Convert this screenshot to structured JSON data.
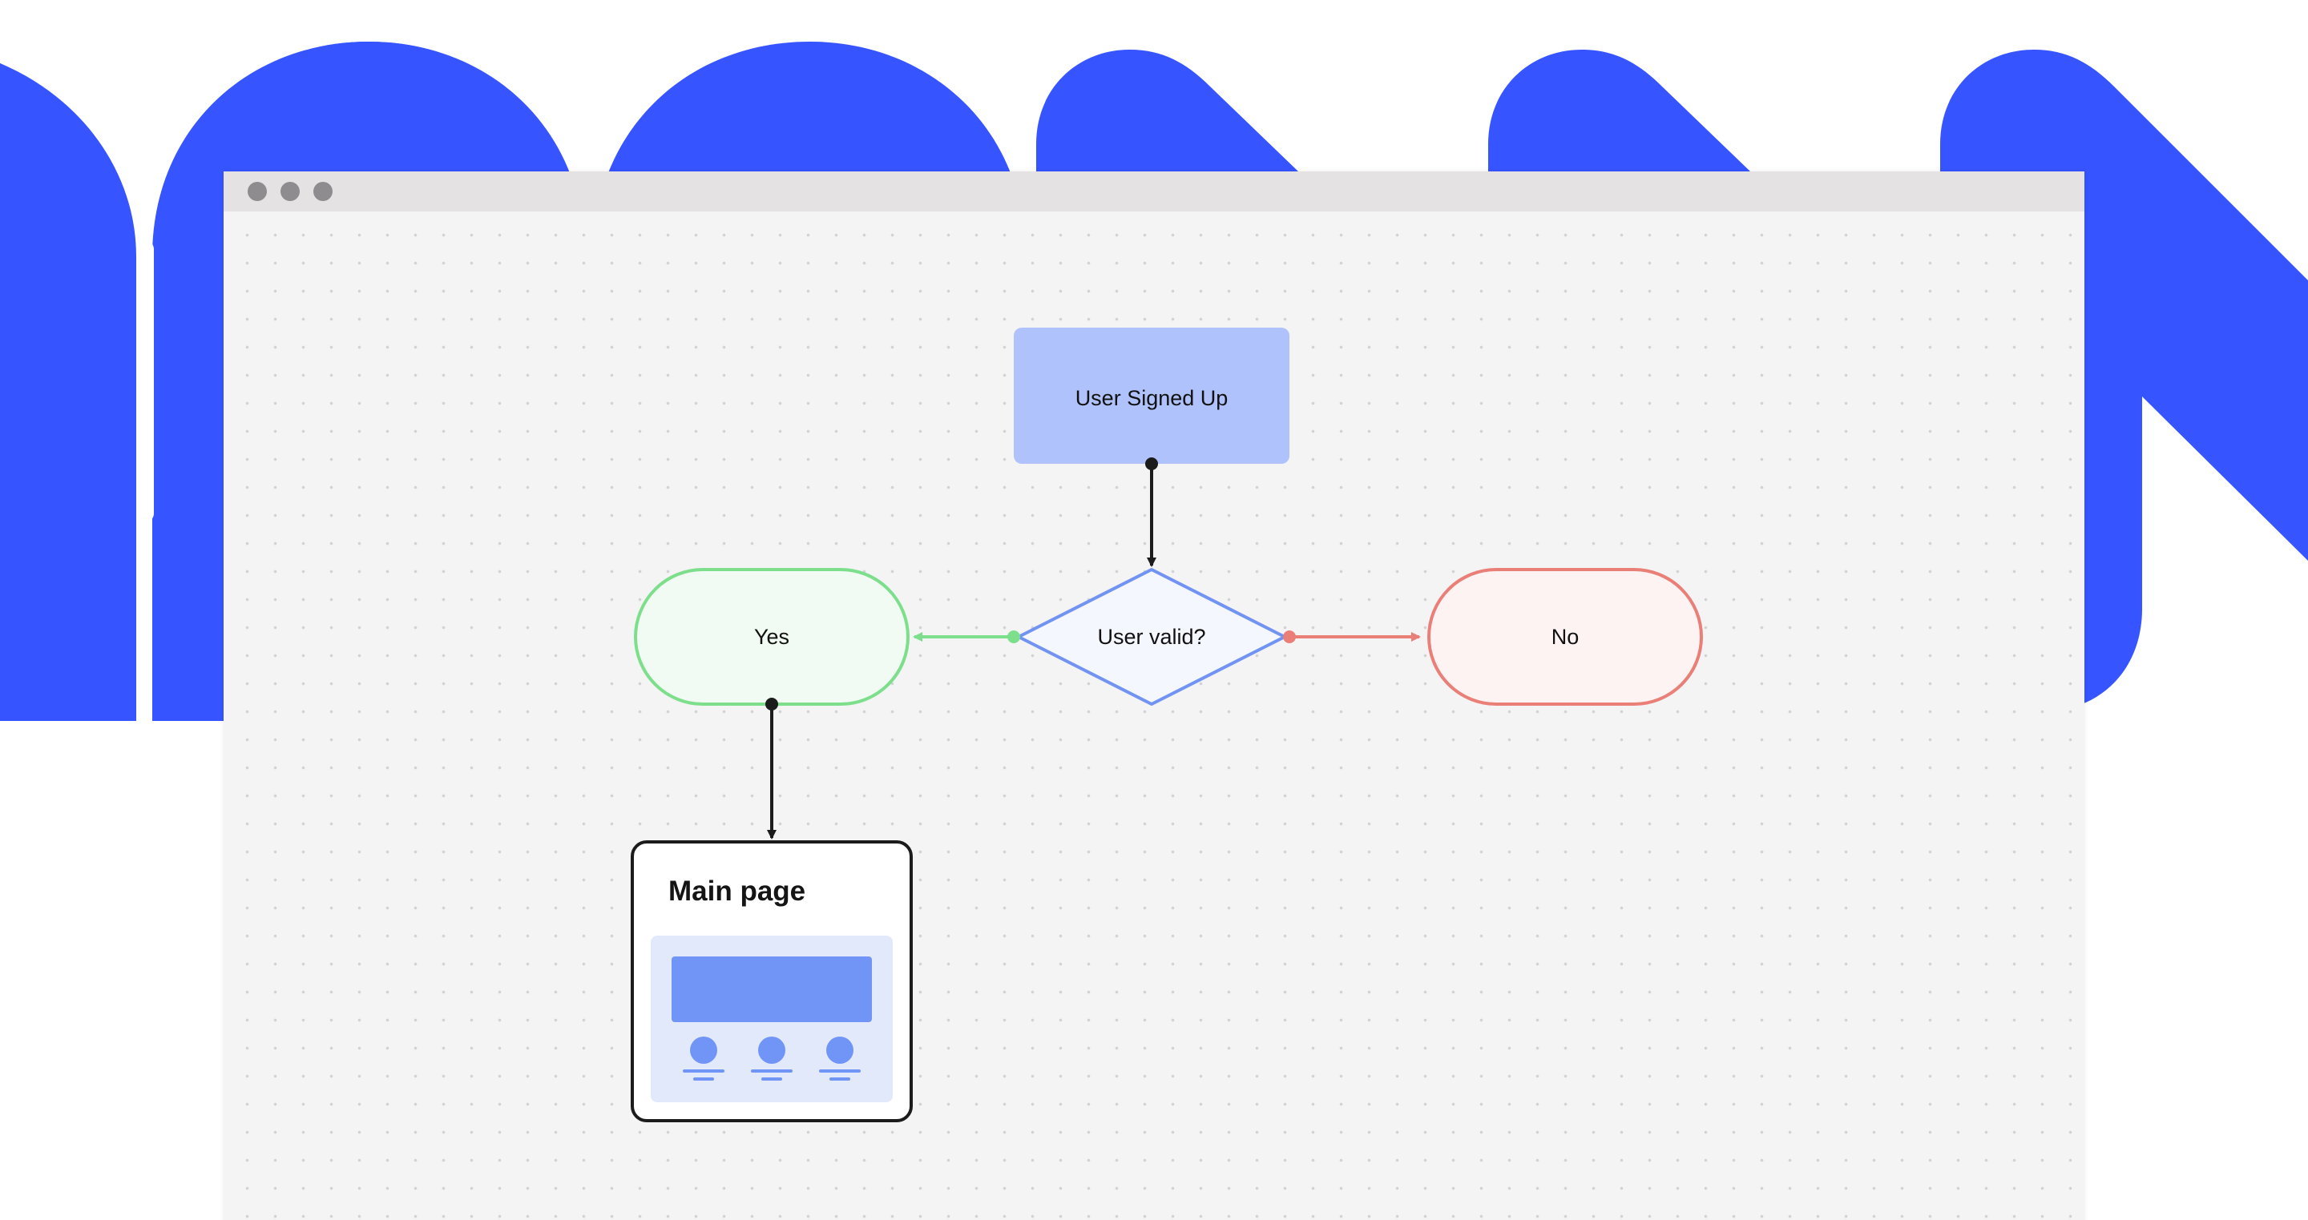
{
  "window": {
    "controls": [
      "close",
      "minimize",
      "maximize"
    ]
  },
  "colors": {
    "brand_blue": "#3654ff",
    "start_fill": "#afc2fb",
    "decision_stroke": "#7193f3",
    "yes_stroke": "#7ddf8c",
    "yes_fill": "#f1fbf3",
    "no_stroke": "#ea7f78",
    "no_fill": "#fdf3f3",
    "card_blue": "#7194f7",
    "card_panel": "#e2e9fb"
  },
  "diagram": {
    "start_node": {
      "label": "User Signed Up"
    },
    "decision_node": {
      "label": "User valid?"
    },
    "yes_node": {
      "label": "Yes"
    },
    "no_node": {
      "label": "No"
    },
    "page_card": {
      "title": "Main page",
      "icons": [
        "image-banner-icon",
        "avatar-icon",
        "avatar-icon",
        "avatar-icon"
      ]
    }
  }
}
